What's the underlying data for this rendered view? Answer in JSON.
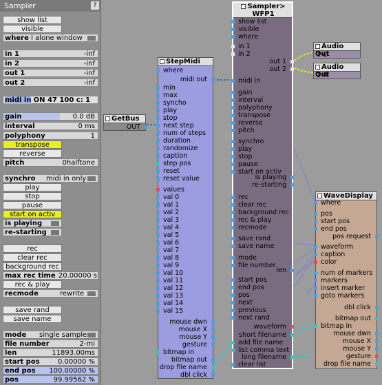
{
  "panel": {
    "title": "Sampler",
    "help": "?",
    "show_list": "show list",
    "visible": "visible",
    "where_label": "where",
    "where_value": "I alone window",
    "meters": [
      {
        "label": "in 1",
        "value": "-inf"
      },
      {
        "label": "in 2",
        "value": "-inf"
      },
      {
        "label": "out 1",
        "value": "-inf"
      },
      {
        "label": "out 2",
        "value": "-inf"
      }
    ],
    "midi_in_label": "midi in",
    "midi_in_value": "ON  47 100 c: 1",
    "gain_label": "gain",
    "gain_value": "0.0 dB",
    "interval_label": "interval",
    "interval_value": "0 ms",
    "polyphony_label": "polyphony",
    "polyphony_value": "1",
    "transpose": "transpose",
    "reverse": "reverse",
    "pitch_label": "pitch",
    "pitch_value": "0halftone",
    "synchro_label": "synchro",
    "synchro_value": "midi in only",
    "play": "play",
    "stop": "stop",
    "pause": "pause",
    "start_on_activ": "start on activ",
    "is_playing": "is playing",
    "re_starting": "re-starting",
    "rec": "rec",
    "clear_rec": "clear rec",
    "background_rec": "background rec",
    "max_rec_time_label": "max rec time",
    "max_rec_time_value": "20.00000 s",
    "rec_play": "rec & play",
    "recmode_label": "recmode",
    "recmode_value": "rewrite",
    "save_rand": "save rand",
    "save_name": "save name",
    "mode_label": "mode",
    "mode_value": "single sample",
    "file_number_label": "file number",
    "file_number_value": "2-mi",
    "len_label": "len",
    "len_value": "11893.00ms",
    "start_pos_label": "start pos",
    "start_pos_value": "0.00000 %",
    "end_pos_label": "end pos",
    "end_pos_value": "100.00000 %",
    "pos_label": "pos",
    "pos_value": "99.99562 %"
  },
  "getbus": {
    "title": "GetBus",
    "out": "OUT"
  },
  "stepmidi": {
    "title": "StepMidi",
    "ports": [
      "where",
      "midi out",
      "min",
      "max",
      "syncho",
      "play",
      "stop",
      "next step",
      "num of steps",
      "duration",
      "randomize",
      "caption",
      "step pos",
      "reset",
      "reset value",
      "values",
      "val 0",
      "val 1",
      "val 2",
      "val 3",
      "val 4",
      "val 5",
      "val 6",
      "val 7",
      "val 8",
      "val 9",
      "val 10",
      "val 11",
      "val 12",
      "val 13",
      "val 14",
      "val 15",
      "mouse dwn",
      "mouse X",
      "mouse Y",
      "gesture",
      "bitmap in",
      "bitmap out",
      "drop file name",
      "dbl click"
    ]
  },
  "sampler": {
    "title": "Sampler>",
    "subtitle": "WFP1",
    "ports_in": [
      "show list",
      "visible",
      "where",
      "in 1",
      "in 2",
      "midi in",
      "gain",
      "interval",
      "polyphony",
      "transpose",
      "reverse",
      "pitch",
      "synchro",
      "play",
      "stop",
      "pause",
      "start on activ",
      "rec",
      "clear rec",
      "background rec",
      "rec & play",
      "recmode",
      "save rand",
      "save name",
      "mode",
      "file number",
      "start pos",
      "end pos",
      "pos",
      "next",
      "previous",
      "next rand",
      "add file name",
      "list comma text",
      "clear list"
    ],
    "ports_out": [
      "out 1",
      "out 2",
      "is playing",
      "re-starting",
      "len",
      "waveform",
      "short filename",
      "long filename"
    ]
  },
  "audio_out_1": {
    "title": "Audio Out",
    "port": "1-L"
  },
  "audio_out_2": {
    "title": "Audio Out",
    "port": "1-R"
  },
  "wavedisplay": {
    "title": "WaveDisplay",
    "ports_in": [
      "where",
      "pos",
      "start pos",
      "end pos",
      "waveform",
      "caption",
      "color",
      "num of markers",
      "markers",
      "insert marker",
      "goto markers",
      "bitmap in"
    ],
    "ports_out": [
      "pos request",
      "dbl click",
      "bitmap out",
      "mouse dwn",
      "mouse X",
      "mouse Y",
      "gesture",
      "drop file name"
    ]
  }
}
